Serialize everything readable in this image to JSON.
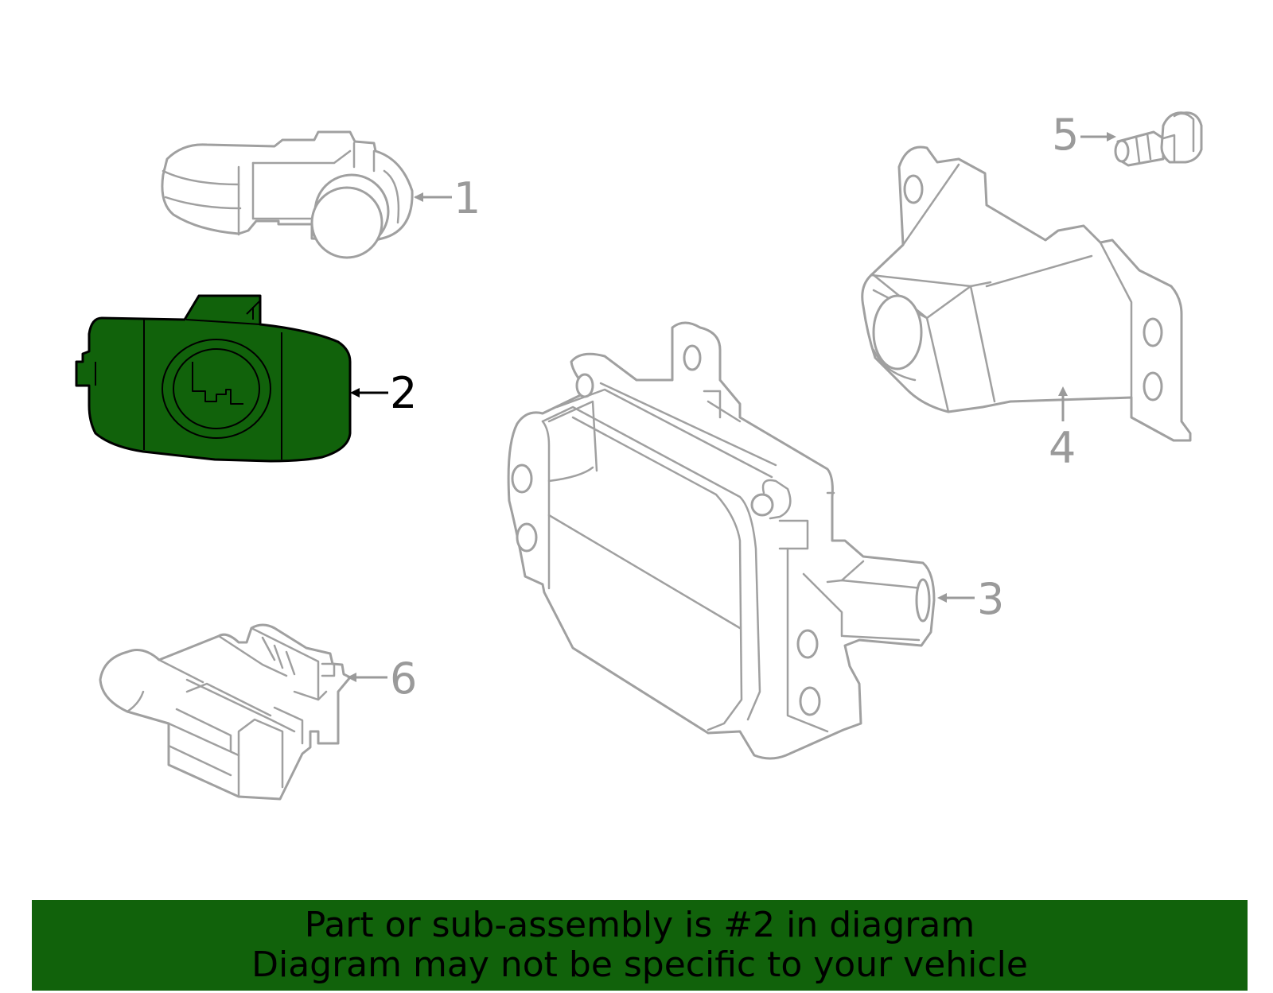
{
  "colors": {
    "highlight": "#11620b",
    "outline": "#a0a0a0",
    "callout_text": "#9a9a9a",
    "active_callout": "#000000",
    "background": "#ffffff"
  },
  "diagram": {
    "highlighted_part": "2",
    "callouts": [
      {
        "id": "1",
        "label": "1",
        "part": "parking-sensor"
      },
      {
        "id": "2",
        "label": "2",
        "part": "sensor-retainer"
      },
      {
        "id": "3",
        "label": "3",
        "part": "radar-module"
      },
      {
        "id": "4",
        "label": "4",
        "part": "sensor-bracket"
      },
      {
        "id": "5",
        "label": "5",
        "part": "bolt"
      },
      {
        "id": "6",
        "label": "6",
        "part": "connector"
      }
    ]
  },
  "footer": {
    "line1": "Part or sub-assembly is #2 in diagram",
    "line2": "Diagram may not be specific to your vehicle"
  }
}
